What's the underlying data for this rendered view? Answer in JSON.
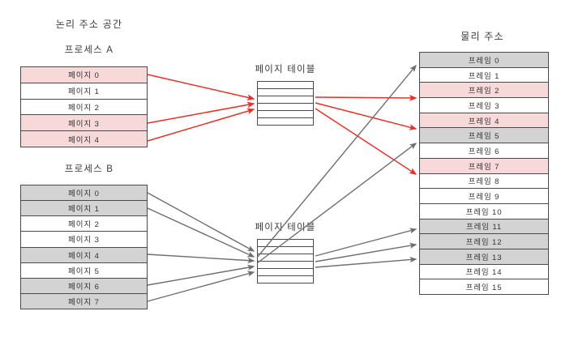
{
  "titles": {
    "logical_address_space": "논리 주소 공간",
    "physical_address": "물리 주소",
    "process_a": "프로세스 A",
    "process_b": "프로세스 B",
    "page_table_top": "페이지 테이블",
    "page_table_bottom": "페이지 테이블"
  },
  "colors": {
    "pink": "#f7d9d9",
    "gray": "#d3d3d3",
    "white": "#ffffff",
    "red_arrow": "#e8302a",
    "gray_arrow": "#6e6e6e",
    "border": "#4a4a4a",
    "text": "#333333"
  },
  "process_a": {
    "label": "프로세스 A",
    "rows": [
      {
        "label": "페이지 0",
        "fill": "pink"
      },
      {
        "label": "페이지 1",
        "fill": "white"
      },
      {
        "label": "페이지 2",
        "fill": "white"
      },
      {
        "label": "페이지 3",
        "fill": "pink"
      },
      {
        "label": "페이지 4",
        "fill": "pink"
      }
    ]
  },
  "process_b": {
    "label": "프로세스 B",
    "rows": [
      {
        "label": "페이지 0",
        "fill": "gray"
      },
      {
        "label": "페이지 1",
        "fill": "gray"
      },
      {
        "label": "페이지 2",
        "fill": "white"
      },
      {
        "label": "페이지 3",
        "fill": "white"
      },
      {
        "label": "페이지 4",
        "fill": "gray"
      },
      {
        "label": "페이지 5",
        "fill": "white"
      },
      {
        "label": "페이지 6",
        "fill": "gray"
      },
      {
        "label": "페이지 7",
        "fill": "gray"
      }
    ]
  },
  "page_table_top": {
    "label": "페이지 테이블",
    "row_count": 6
  },
  "page_table_bottom": {
    "label": "페이지 테이블",
    "row_count": 6
  },
  "physical_memory": {
    "label": "물리 주소",
    "rows": [
      {
        "label": "프레임 0",
        "fill": "gray"
      },
      {
        "label": "프레임 1",
        "fill": "white"
      },
      {
        "label": "프레임 2",
        "fill": "pink"
      },
      {
        "label": "프레임 3",
        "fill": "white"
      },
      {
        "label": "프레임 4",
        "fill": "pink"
      },
      {
        "label": "프레임 5",
        "fill": "gray"
      },
      {
        "label": "프레임 6",
        "fill": "white"
      },
      {
        "label": "프레임 7",
        "fill": "pink"
      },
      {
        "label": "프레임 8",
        "fill": "white"
      },
      {
        "label": "프레임 9",
        "fill": "white"
      },
      {
        "label": "프레임 10",
        "fill": "white"
      },
      {
        "label": "프레임 11",
        "fill": "gray"
      },
      {
        "label": "프레임 12",
        "fill": "gray"
      },
      {
        "label": "프레임 13",
        "fill": "gray"
      },
      {
        "label": "프레임 14",
        "fill": "white"
      },
      {
        "label": "프레임 15",
        "fill": "white"
      }
    ]
  },
  "mappings": {
    "process_a_to_page_table": [
      {
        "from_page": 0,
        "to_entry": 0
      },
      {
        "from_page": 3,
        "to_entry": 1
      },
      {
        "from_page": 4,
        "to_entry": 2
      }
    ],
    "page_table_to_frames_red": [
      {
        "to_frame": 2
      },
      {
        "to_frame": 4
      },
      {
        "to_frame": 7
      }
    ],
    "process_b_to_page_table": [
      {
        "from_page": 0
      },
      {
        "from_page": 1
      },
      {
        "from_page": 4
      },
      {
        "from_page": 6
      },
      {
        "from_page": 7
      }
    ],
    "page_table_to_frames_gray": [
      {
        "to_frame": 0
      },
      {
        "to_frame": 5
      },
      {
        "to_frame": 11
      },
      {
        "to_frame": 12
      },
      {
        "to_frame": 13
      }
    ]
  }
}
